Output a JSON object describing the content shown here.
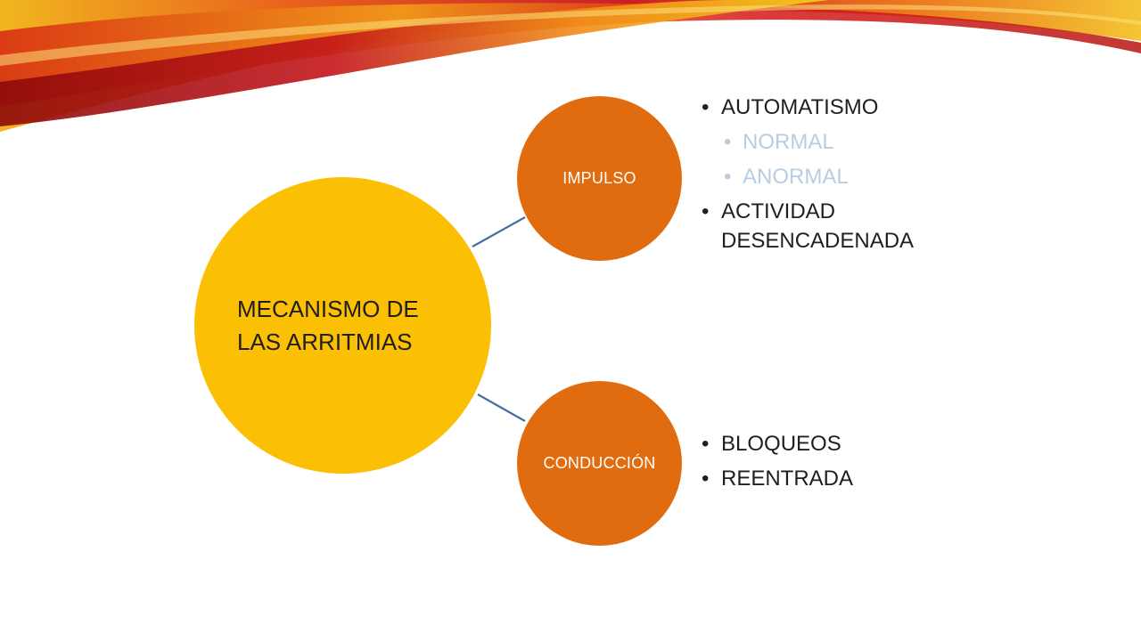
{
  "colors": {
    "main_circle": "#FBBF04",
    "sub_circle": "#E16C10",
    "connector": "#4470A0",
    "bullet_text": "#1F1F1F",
    "sub_bullet_text": "#B7CDE2",
    "circle_label_text": "#FFFFFF"
  },
  "diagram": {
    "main": {
      "label": "MECANISMO DE LAS ARRITMIAS"
    },
    "impulse": {
      "label": "IMPULSO",
      "items": [
        {
          "text": "AUTOMATISMO",
          "level": 1
        },
        {
          "text": "NORMAL",
          "level": 2
        },
        {
          "text": "ANORMAL",
          "level": 2
        },
        {
          "text": "ACTIVIDAD DESENCADENADA",
          "level": 1
        }
      ]
    },
    "conduction": {
      "label": "CONDUCCIÓN",
      "items": [
        {
          "text": "BLOQUEOS",
          "level": 1
        },
        {
          "text": "REENTRADA",
          "level": 1
        }
      ]
    }
  }
}
